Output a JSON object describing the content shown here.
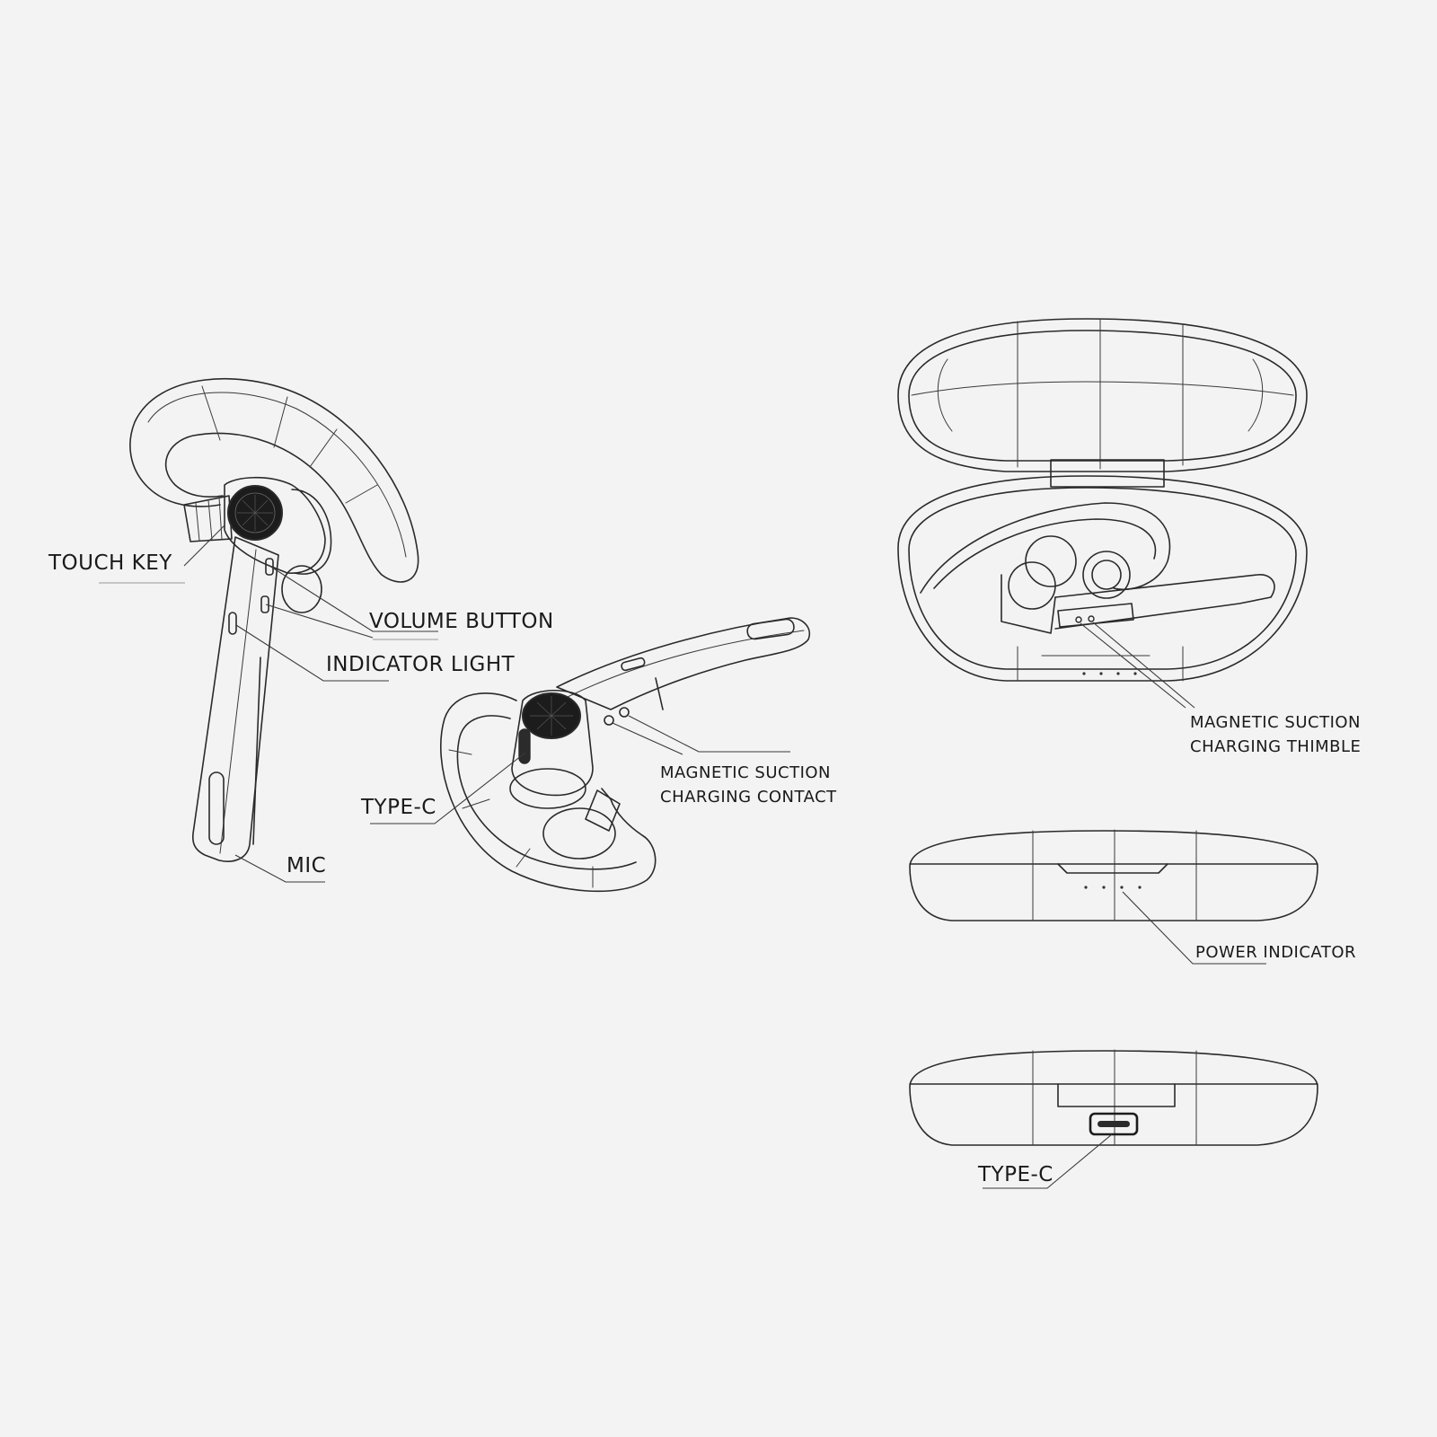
{
  "labels": {
    "touch_key": "TOUCH KEY",
    "volume_button": "VOLUME BUTTON",
    "indicator_light": "INDICATOR LIGHT",
    "mic": "MIC",
    "type_c_earpiece": "TYPE-C",
    "magnetic_contact_line1": "MAGNETIC SUCTION",
    "magnetic_contact_line2": "CHARGING CONTACT",
    "magnetic_thimble_line1": "MAGNETIC SUCTION",
    "magnetic_thimble_line2": "CHARGING THIMBLE",
    "power_indicator": "POWER INDICATOR",
    "type_c_case": "TYPE-C"
  },
  "colors": {
    "background": "#f3f3f3",
    "line": "#2a2a2a",
    "touch_key_fill": "#1c1c1c"
  },
  "icons": [
    "earpiece-front-illustration",
    "earpiece-back-illustration",
    "case-open-illustration",
    "case-front-illustration",
    "case-back-illustration",
    "usb-c-port-icon"
  ]
}
